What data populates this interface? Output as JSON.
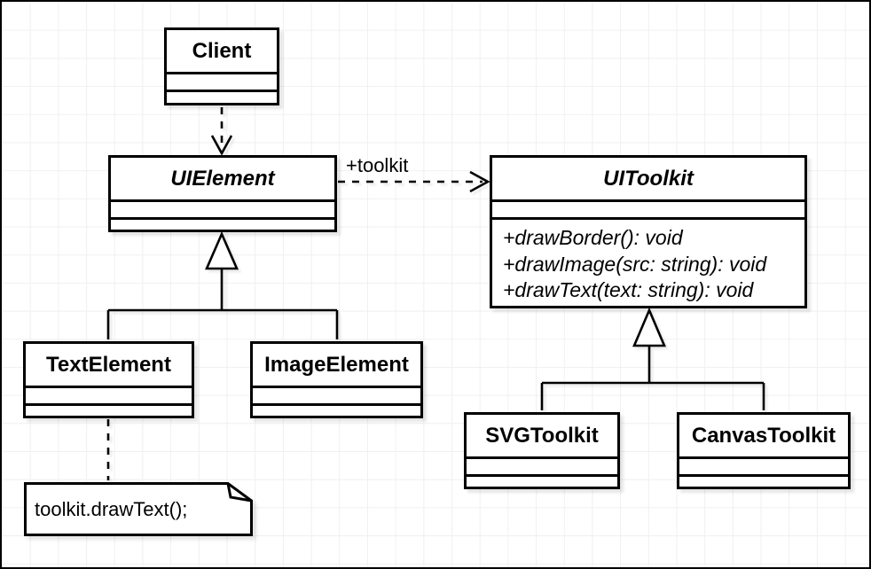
{
  "classes": {
    "client": {
      "name": "Client"
    },
    "uielement": {
      "name": "UIElement"
    },
    "uitoolkit": {
      "name": "UIToolkit",
      "methods": [
        "+drawBorder(): void",
        "+drawImage(src: string): void",
        "+drawText(text: string): void"
      ]
    },
    "textelement": {
      "name": "TextElement"
    },
    "imageelement": {
      "name": "ImageElement"
    },
    "svgtoolkit": {
      "name": "SVGToolkit"
    },
    "canvastoolkit": {
      "name": "CanvasToolkit"
    }
  },
  "edges": {
    "association_label": "+toolkit"
  },
  "note": {
    "text": "toolkit.drawText();"
  },
  "colors": {
    "stroke": "#000000",
    "fill": "#ffffff",
    "grid": "#f0f0f2",
    "background": "#ffffff"
  }
}
